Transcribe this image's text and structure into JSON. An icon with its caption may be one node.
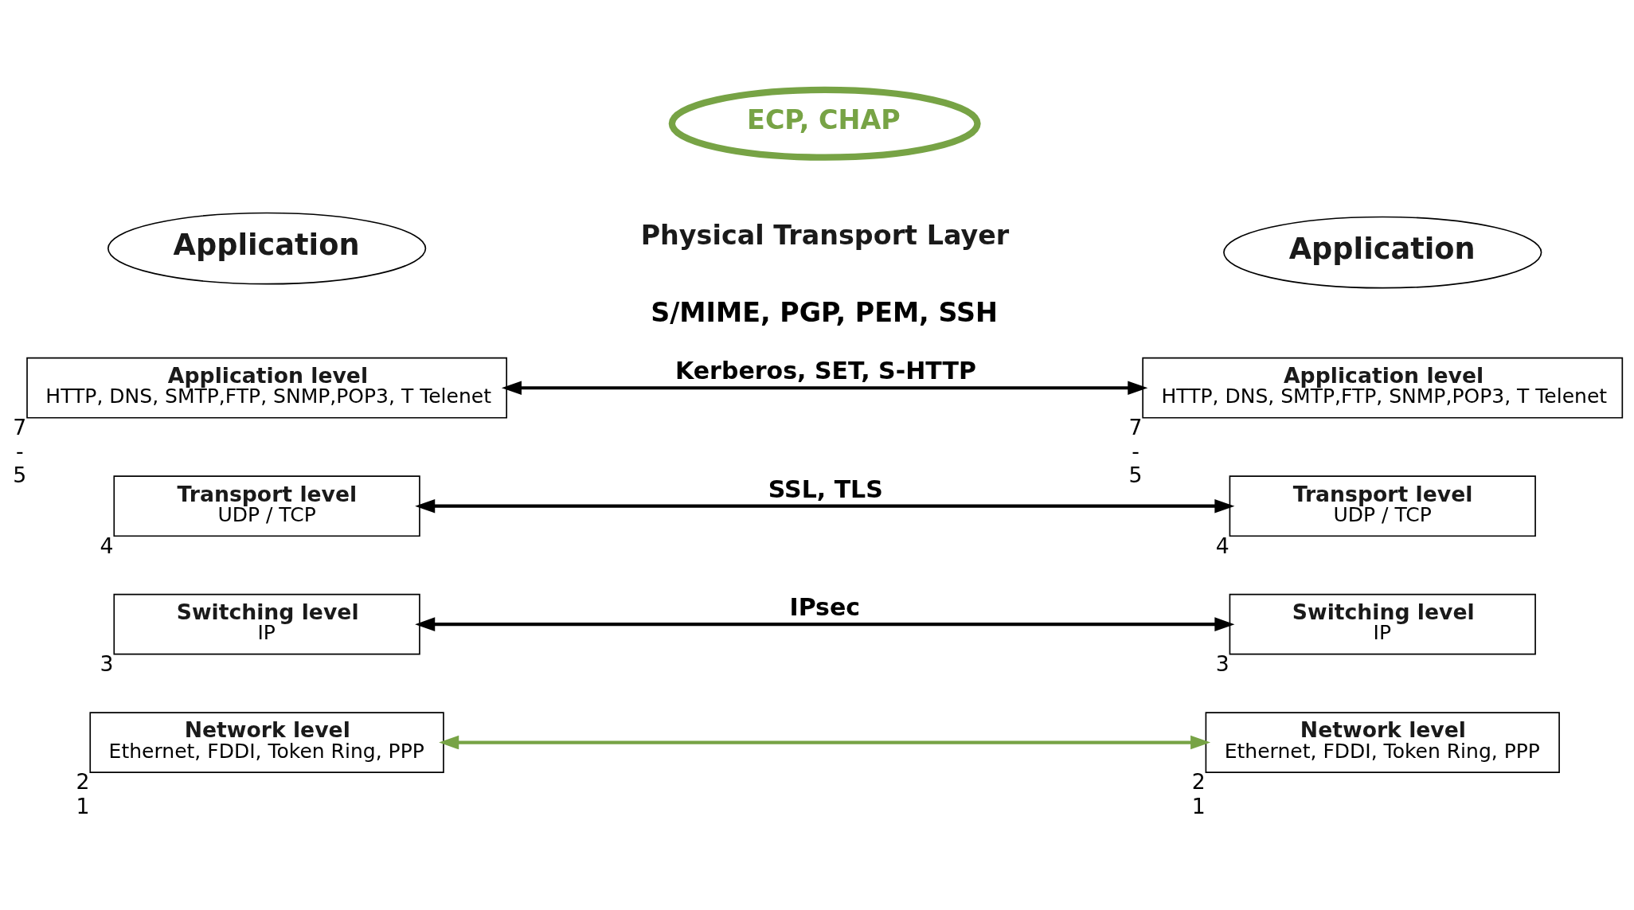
{
  "diagram": {
    "nodes": [
      {
        "text": [
          "Application"
        ]
      },
      {
        "text": [
          "Application"
        ]
      },
      {
        "text": [
          "Application level",
          "HTTP, DNS, SMTP,FTP, SNMP,POP3, T Telenet"
        ],
        "beside": [
          "7",
          "-",
          "5"
        ]
      },
      {
        "text": [
          "Transport level",
          "UDP / TCP"
        ],
        "beside": [
          "4"
        ]
      },
      {
        "text": [
          "Switching level",
          "IP"
        ],
        "beside": [
          "3"
        ]
      },
      {
        "text": [
          "Network level",
          "Ethernet, FDDI, Token Ring, PPP"
        ],
        "beside": [
          "2",
          "1"
        ]
      },
      {
        "text": [
          "Application level",
          "HTTP, DNS, SMTP,FTP, SNMP,POP3, T Telenet"
        ],
        "beside": [
          "7",
          "-",
          "5"
        ]
      },
      {
        "text": [
          "Transport level",
          "UDP / TCP"
        ],
        "beside": [
          "4"
        ]
      },
      {
        "text": [
          "Switching level",
          "IP"
        ],
        "beside": [
          "3"
        ]
      },
      {
        "text": [
          "Network level",
          "Ethernet, FDDI, Token Ring, PPP"
        ],
        "beside": [
          "2",
          "1"
        ]
      },
      {
        "text": [
          "ECP, CHAP"
        ]
      },
      {
        "text": [
          "Physical Transport Layer"
        ]
      }
    ],
    "edges": [
      {
        "from": 2,
        "to": 6,
        "arrow": "both",
        "label": "Kerberos, SET, S-HTTP"
      },
      {
        "from": 3,
        "to": 7,
        "arrow": "both",
        "label": "SSL, TLS"
      },
      {
        "from": 4,
        "to": 8,
        "arrow": "both",
        "label": "IPsec"
      },
      {
        "from": 5,
        "to": 9,
        "arrow": "both",
        "color": "#77a345"
      }
    ],
    "labels": [
      "S/MIME, PGP, PEM, SSH"
    ]
  }
}
